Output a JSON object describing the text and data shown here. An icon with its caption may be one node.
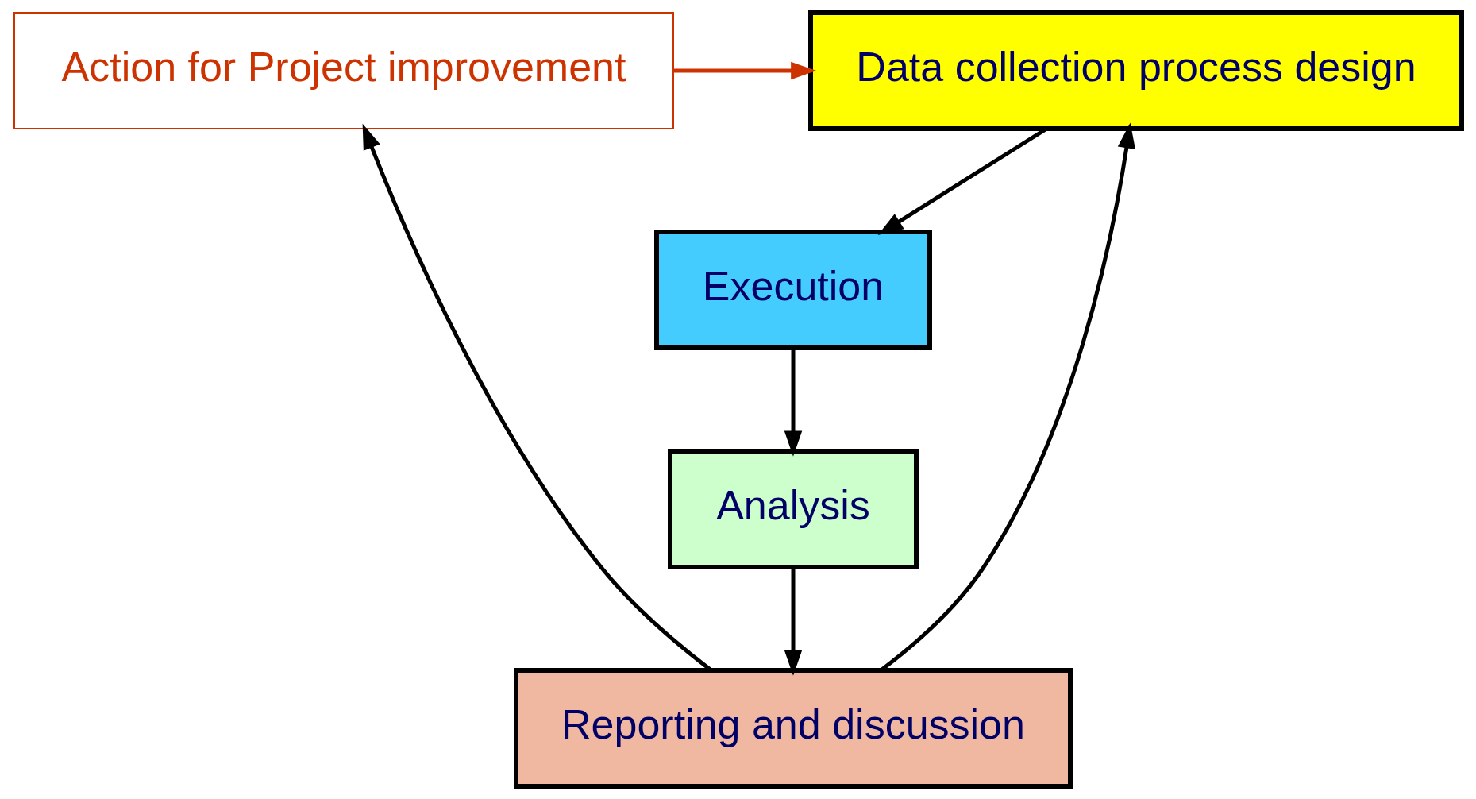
{
  "diagram": {
    "nodes": [
      {
        "text": [
          "Action for Project improvement"
        ]
      },
      {
        "text": [
          "Data collection process design"
        ]
      },
      {
        "text": [
          "Execution"
        ]
      },
      {
        "text": [
          "Analysis"
        ]
      },
      {
        "text": [
          "Reporting and discussion"
        ]
      }
    ],
    "edges": [
      {
        "from": 0,
        "to": 1,
        "arrow": "to",
        "color": "#cc3300"
      },
      {
        "from": 1,
        "to": 2,
        "arrow": "to"
      },
      {
        "from": 2,
        "to": 3,
        "arrow": "to"
      },
      {
        "from": 3,
        "to": 4,
        "arrow": "to"
      },
      {
        "from": 4,
        "to": 1,
        "arrow": "to"
      },
      {
        "from": 4,
        "to": 0,
        "arrow": "to"
      }
    ]
  }
}
